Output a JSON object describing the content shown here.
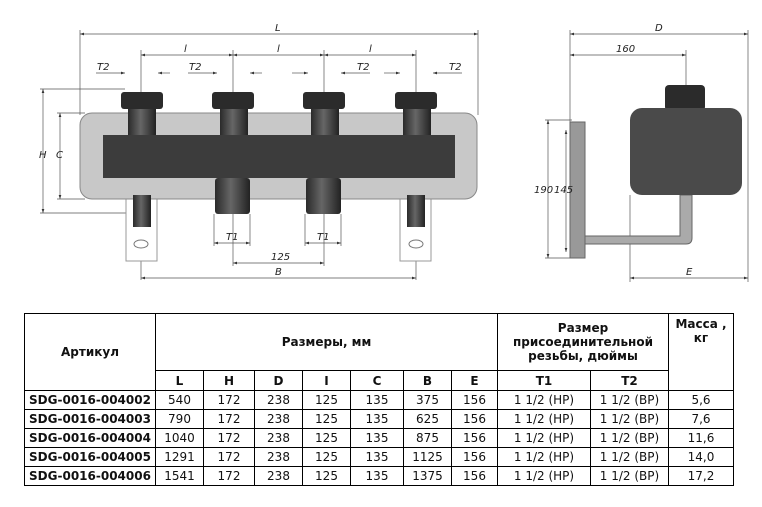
{
  "drawing": {
    "front_view": {
      "L": "L",
      "l1": "l",
      "l2": "l",
      "l3": "l",
      "T2a": "T2",
      "T2b": "T2",
      "T2c": "T2",
      "T2d": "T2",
      "H": "H",
      "C": "C",
      "T1a": "T1",
      "T1b": "T1",
      "spacing": "125",
      "B": "B"
    },
    "side_view": {
      "D": "D",
      "offset": "160",
      "height1": "190",
      "height2": "145",
      "E": "E"
    }
  },
  "table": {
    "headers": {
      "article": "Артикул",
      "dimensions": "Размеры, мм",
      "thread": "Размер присоединительной резьбы, дюймы",
      "mass": "Масса , кг"
    },
    "subheaders": [
      "L",
      "H",
      "D",
      "I",
      "C",
      "B",
      "E",
      "T1",
      "T2"
    ],
    "rows": [
      [
        "SDG-0016-004002",
        "540",
        "172",
        "238",
        "125",
        "135",
        "375",
        "156",
        "1 1/2 (НР)",
        "1 1/2 (ВР)",
        "5,6"
      ],
      [
        "SDG-0016-004003",
        "790",
        "172",
        "238",
        "125",
        "135",
        "625",
        "156",
        "1 1/2 (НР)",
        "1 1/2 (ВР)",
        "7,6"
      ],
      [
        "SDG-0016-004004",
        "1040",
        "172",
        "238",
        "125",
        "135",
        "875",
        "156",
        "1 1/2 (НР)",
        "1 1/2 (ВР)",
        "11,6"
      ],
      [
        "SDG-0016-004005",
        "1291",
        "172",
        "238",
        "125",
        "135",
        "1125",
        "156",
        "1 1/2 (НР)",
        "1 1/2 (ВР)",
        "14,0"
      ],
      [
        "SDG-0016-004006",
        "1541",
        "172",
        "238",
        "125",
        "135",
        "1375",
        "156",
        "1 1/2 (НР)",
        "1 1/2 (ВР)",
        "17,2"
      ]
    ]
  }
}
